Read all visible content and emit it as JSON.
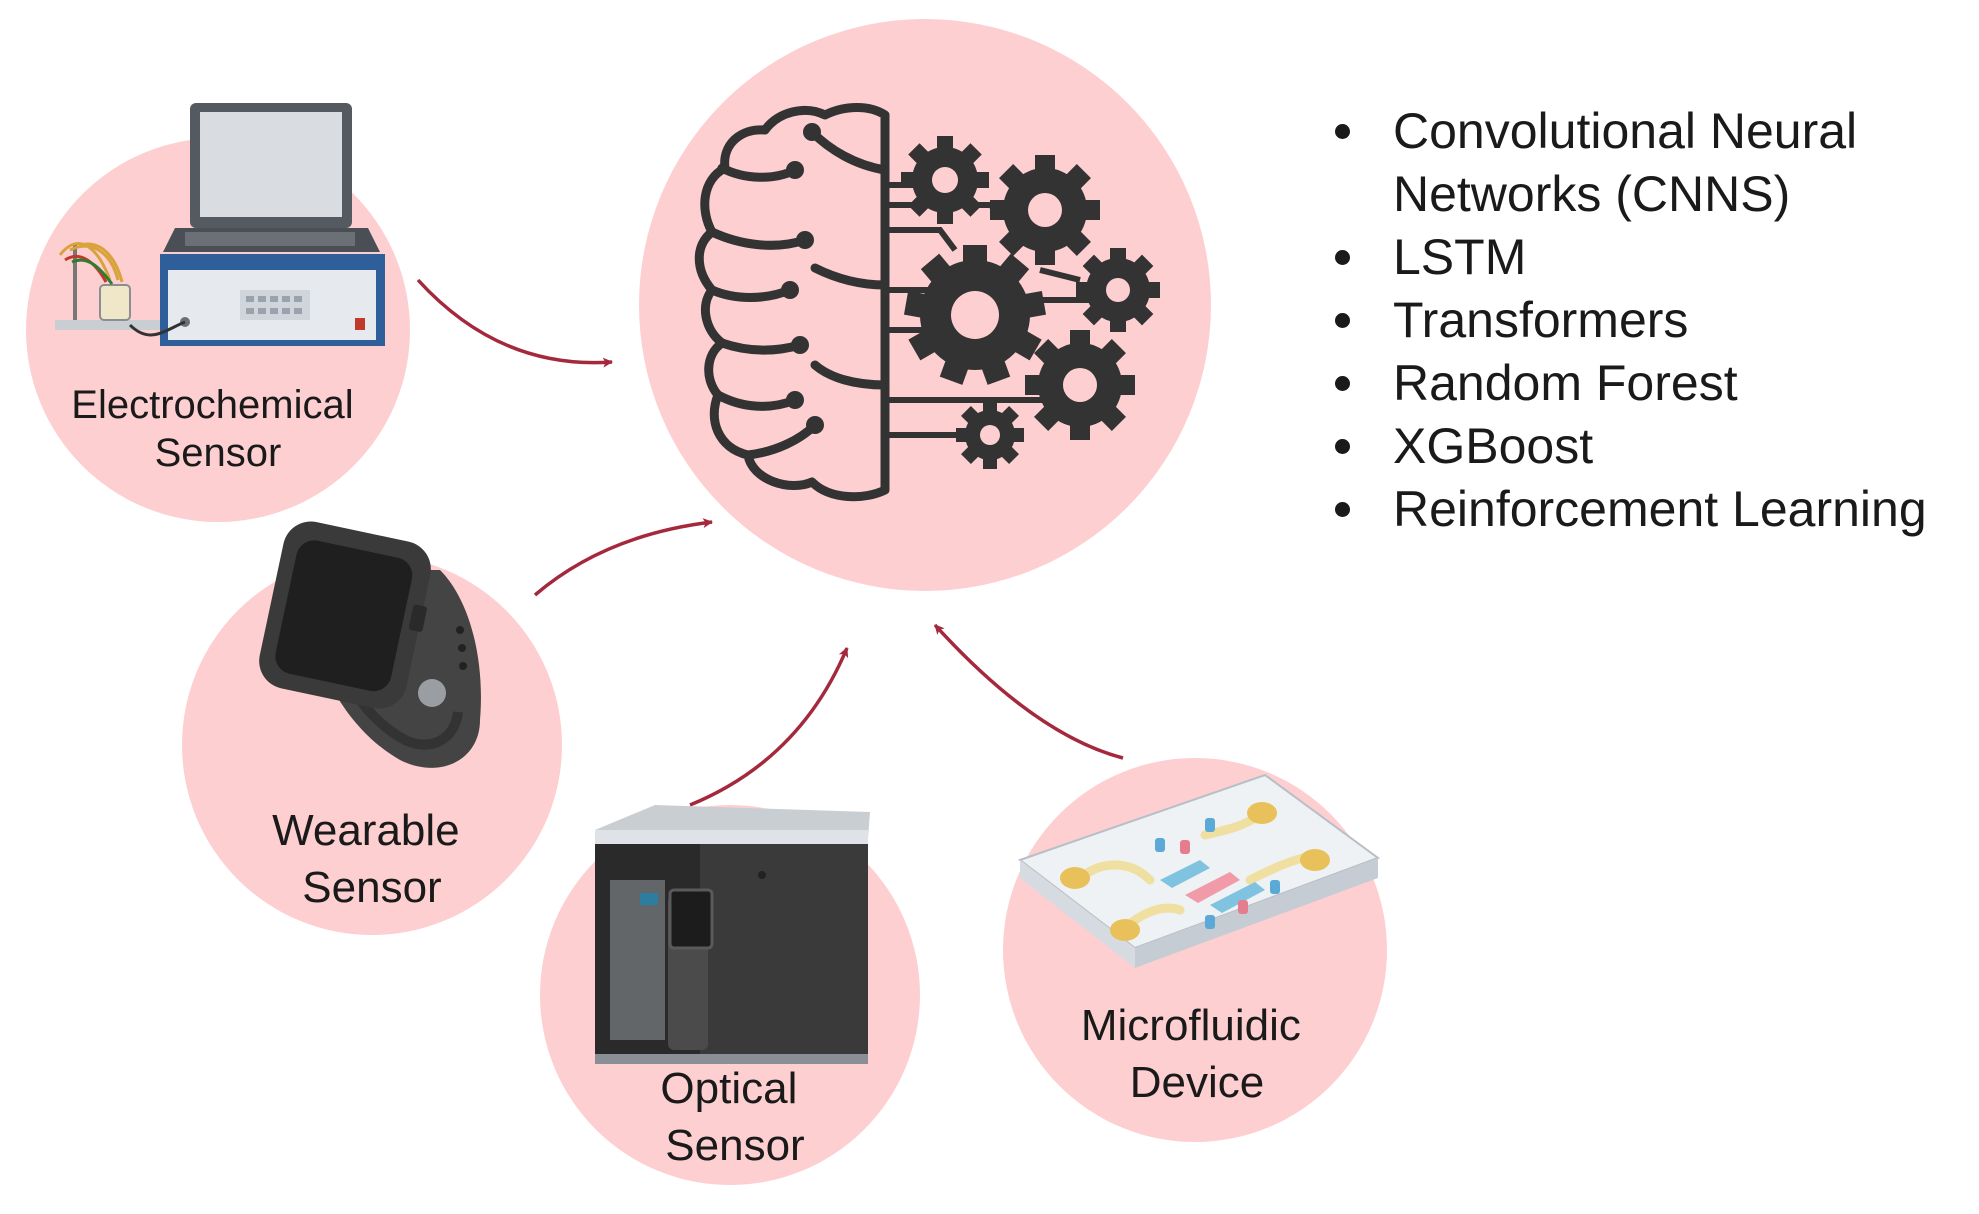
{
  "colors": {
    "circle_fill": "#fecfd0",
    "arrow": "#a4293c",
    "icon_dark": "#333333",
    "text": "#1a1a1a"
  },
  "center_node": {
    "icon": "brain-gears-icon"
  },
  "sensors": [
    {
      "id": "electrochemical",
      "line1": "Electrochemical",
      "line2": "Sensor",
      "icon": "laptop-potentiostat-icon"
    },
    {
      "id": "wearable",
      "line1": "Wearable",
      "line2": "Sensor",
      "icon": "smartwatch-icon"
    },
    {
      "id": "optical",
      "line1": "Optical",
      "line2": "Sensor",
      "icon": "optical-instrument-icon"
    },
    {
      "id": "microfluidic",
      "line1": "Microfluidic",
      "line2": "Device",
      "icon": "microfluidic-chip-icon"
    }
  ],
  "methods": [
    {
      "line1": "Convolutional Neural",
      "line2": "Networks (CNNS)"
    },
    {
      "line1": "LSTM"
    },
    {
      "line1": "Transformers"
    },
    {
      "line1": "Random Forest"
    },
    {
      "line1": "XGBoost"
    },
    {
      "line1": "Reinforcement Learning"
    }
  ]
}
